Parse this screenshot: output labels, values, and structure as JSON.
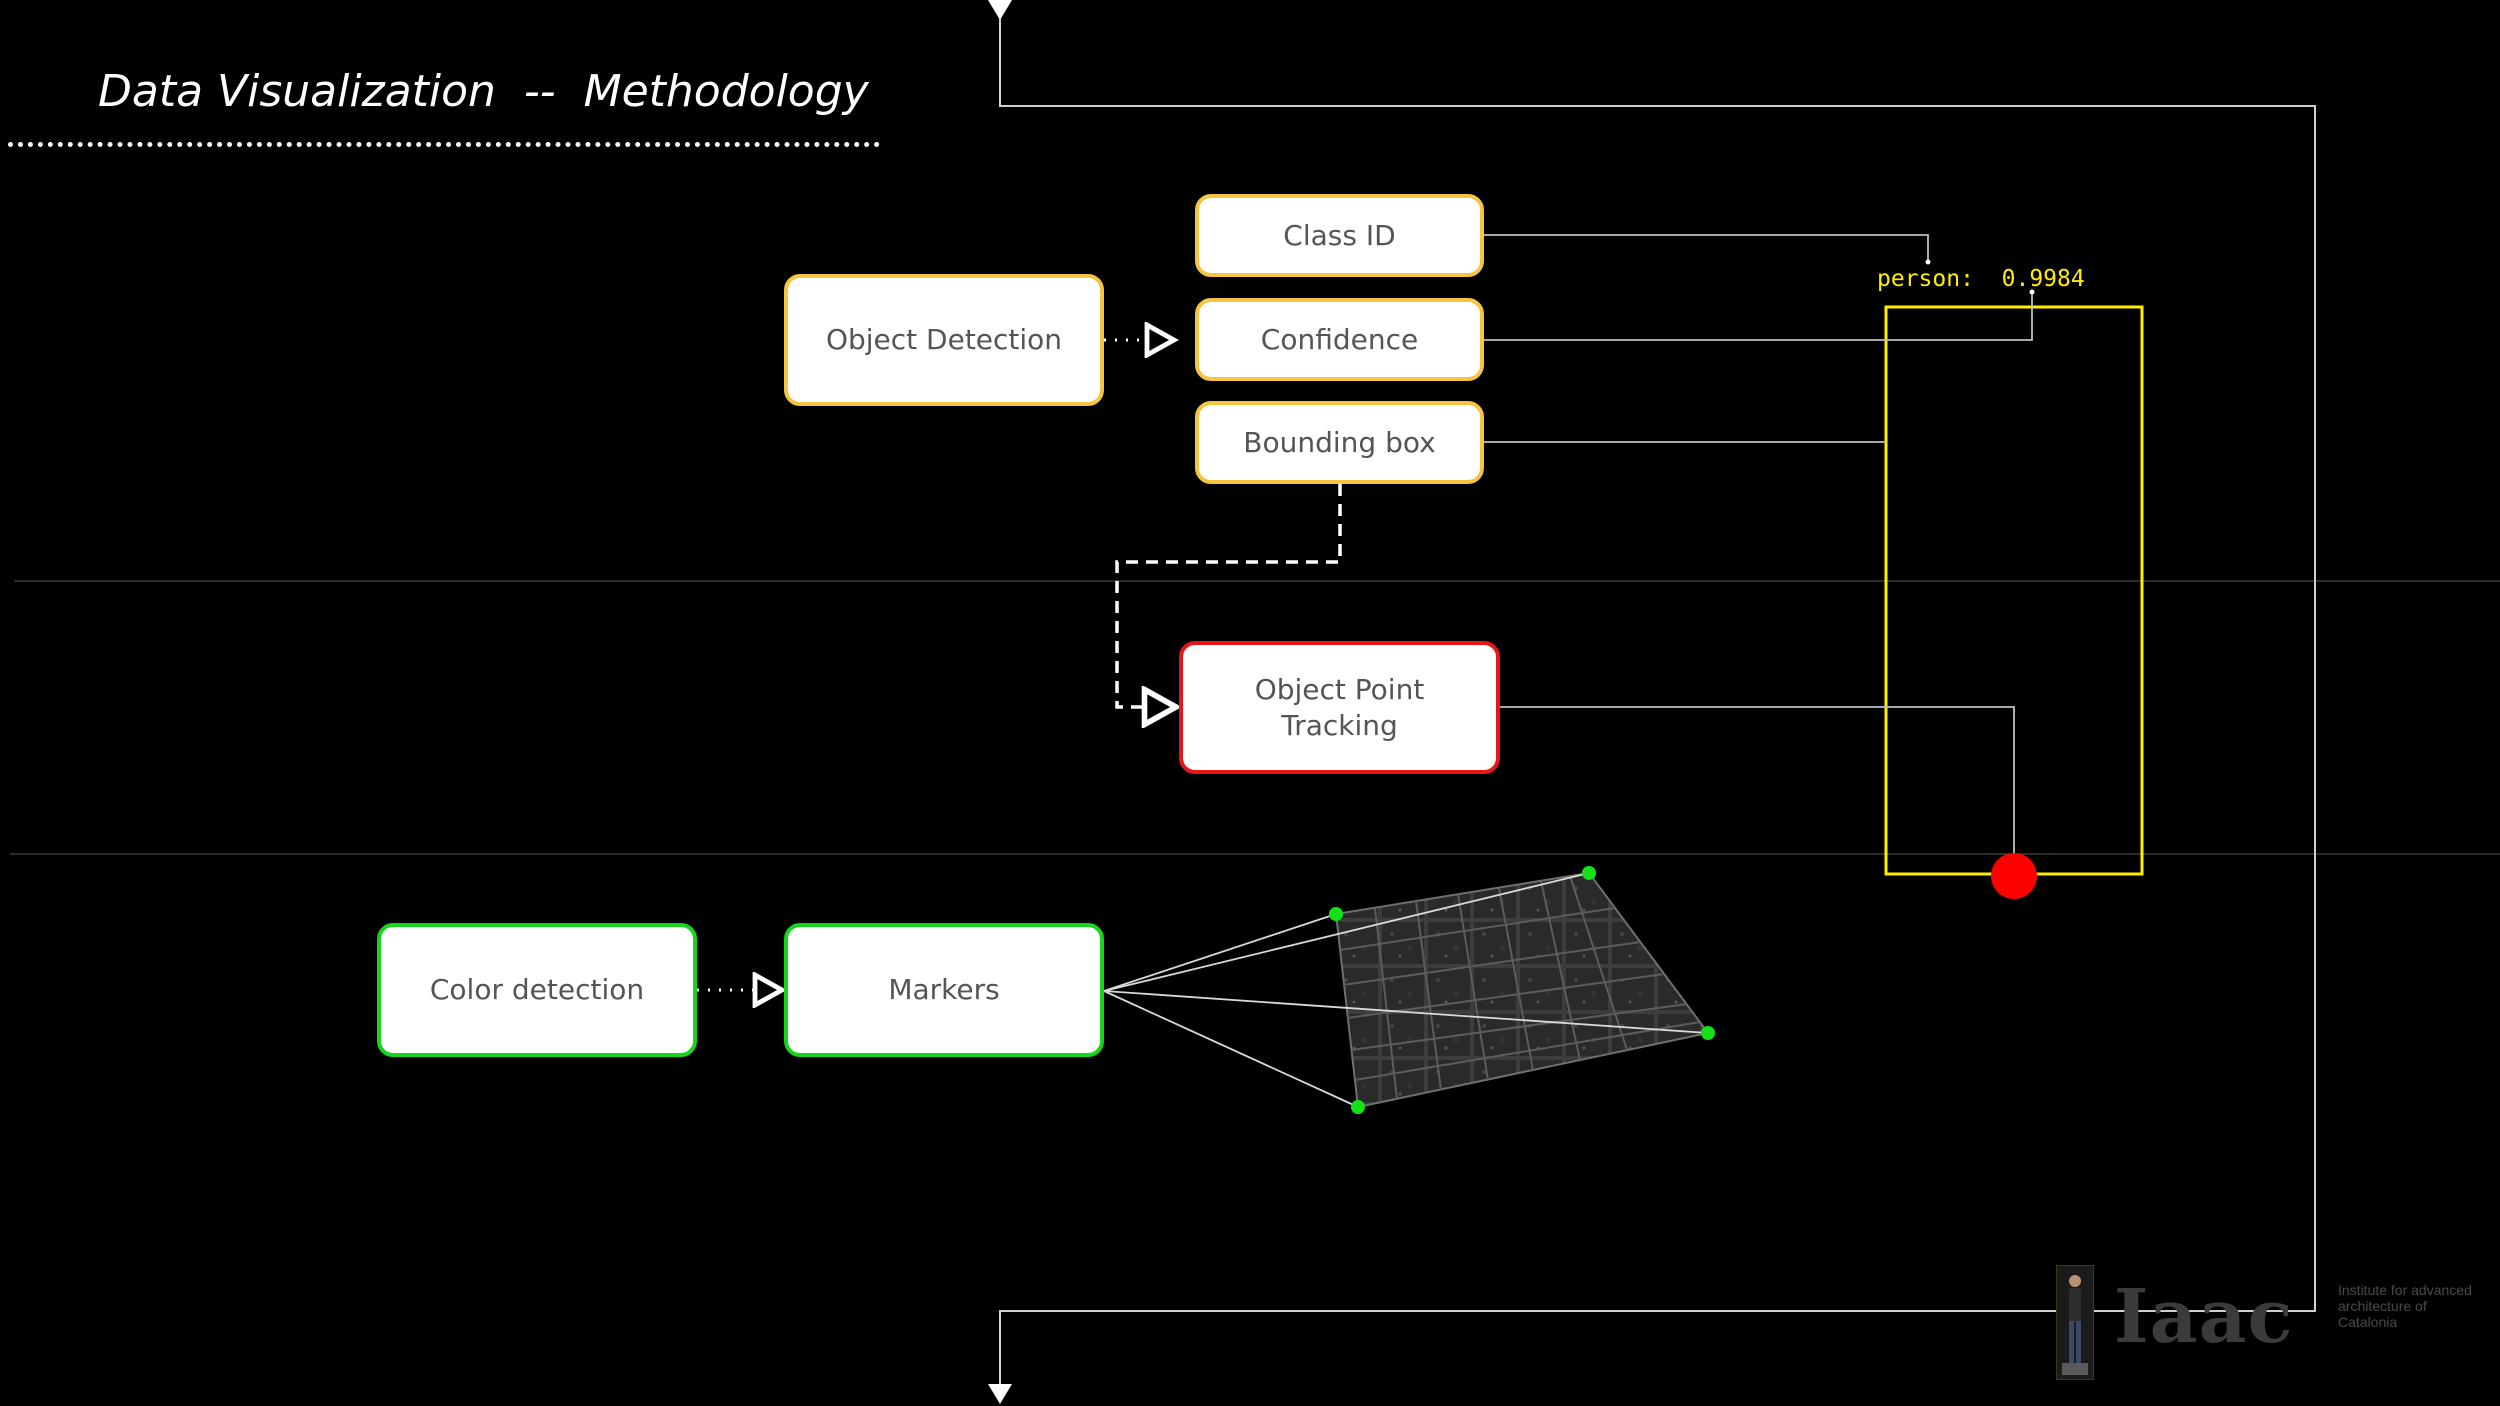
{
  "title": "Data Visualization  --  Methodology",
  "nodes": {
    "object_detection": "Object Detection",
    "class_id": "Class ID",
    "confidence": "Confidence",
    "bounding_box": "Bounding box",
    "object_point_tracking": "Object Point Tracking",
    "color_detection": "Color detection",
    "markers": "Markers"
  },
  "detection_label": "person:  0.9984",
  "logo": {
    "mark": "Iaac",
    "text": "Institute for advanced architecture of Catalonia"
  },
  "colors": {
    "background": "#000000",
    "detection_box": "#f5c542",
    "tracking_box": "#e8151b",
    "marker_box": "#15d61a",
    "bbox_overlay": "#ffee00",
    "tracking_point": "#ff0000",
    "marker_point": "#15e01a"
  }
}
